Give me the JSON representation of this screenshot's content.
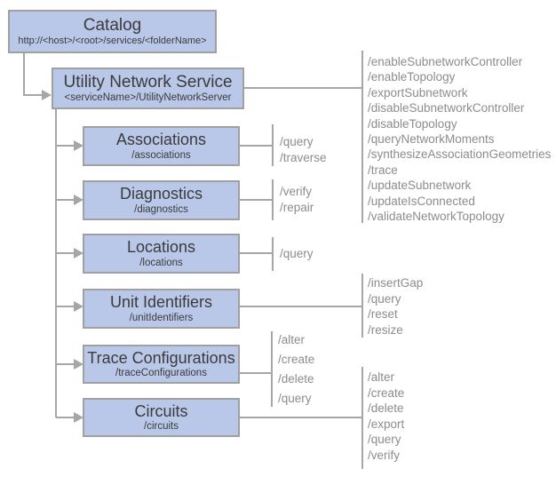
{
  "colors": {
    "box_fill": "#b9c7e8",
    "box_border": "#a0a0a0",
    "connector_gray": "#a6a6a6",
    "operation_text_gray": "#8c8c8c",
    "title_text": "#3b3b3b",
    "background": "#ffffff"
  },
  "catalog": {
    "title": "Catalog",
    "path": "http://<host>/<root>/services/<folderName>"
  },
  "service": {
    "title": "Utility Network Service",
    "path": "<serviceName>/UtilityNetworkServer",
    "operations": [
      "/enableSubnetworkController",
      "/enableTopology",
      "/exportSubnetwork",
      "/disableSubnetworkController",
      "/disableTopology",
      "/queryNetworkMoments",
      "/synthesizeAssociationGeometries",
      "/trace",
      "/updateSubnetwork",
      "/updateIsConnected",
      "/validateNetworkTopology"
    ]
  },
  "children": [
    {
      "title": "Associations",
      "path": "/associations",
      "operations": [
        "/query",
        "/traverse"
      ]
    },
    {
      "title": "Diagnostics",
      "path": "/diagnostics",
      "operations": [
        "/verify",
        "/repair"
      ]
    },
    {
      "title": "Locations",
      "path": "/locations",
      "operations": [
        "/query"
      ]
    },
    {
      "title": "Unit Identifiers",
      "path": "/unitIdentifiers",
      "operations": [
        "/insertGap",
        "/query",
        "/reset",
        "/resize"
      ]
    },
    {
      "title": "Trace Configurations",
      "path": "/traceConfigurations",
      "operations": [
        "/alter",
        "/create",
        "/delete",
        "/query"
      ]
    },
    {
      "title": "Circuits",
      "path": "/circuits",
      "operations": [
        "/alter",
        "/create",
        "/delete",
        "/export",
        "/query",
        "/verify"
      ]
    }
  ]
}
